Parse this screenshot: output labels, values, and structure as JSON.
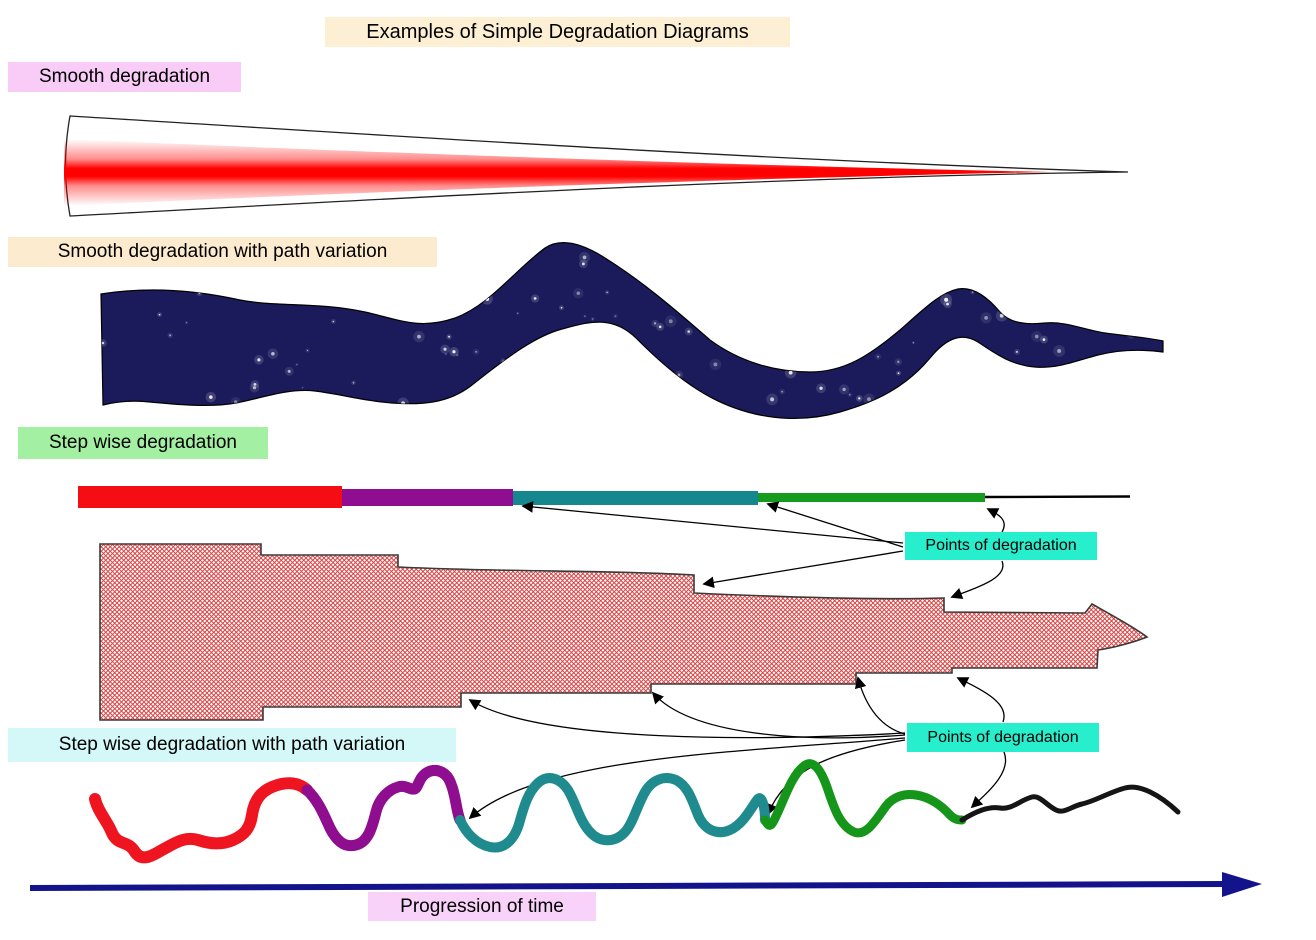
{
  "title": {
    "text": "Examples of Simple Degradation Diagrams"
  },
  "labels": {
    "smooth": "Smooth degradation",
    "smooth_path": "Smooth degradation with path variation",
    "stepwise": "Step wise degradation",
    "stepwise_path": "Step wise degradation with path variation",
    "points1": "Points of degradation",
    "points2": "Points of degradation",
    "time": "Progression of time"
  },
  "colors": {
    "title_bg": "#FCEFD4",
    "smooth_bg": "#F9CCF8",
    "smooth_path_bg": "#FCEBCF",
    "stepwise_bg": "#A4F0A2",
    "stepwise_path_bg": "#D4F8F7",
    "points_bg": "#27EFCE",
    "time_bg": "#F9D2F9",
    "funnel_red": "#FF0000",
    "funnel_outline": "#222222",
    "ribbon_navy": "#1B1B5C",
    "star_white": "#FFFFFF",
    "bar_red": "#F50D14",
    "bar_purple": "#8F0D90",
    "bar_teal": "#15888F",
    "bar_green": "#169B1E",
    "bar_black": "#000000",
    "hatch_red": "#DD4444",
    "hatch_outline": "#3A3A3A",
    "squiggle_red": "#EE1420",
    "squiggle_purple": "#8F0E90",
    "squiggle_teal": "#1F8B8F",
    "squiggle_green": "#159519",
    "squiggle_black": "#151515",
    "annotation_line": "#000000",
    "timeline_arrow": "#13138B"
  }
}
